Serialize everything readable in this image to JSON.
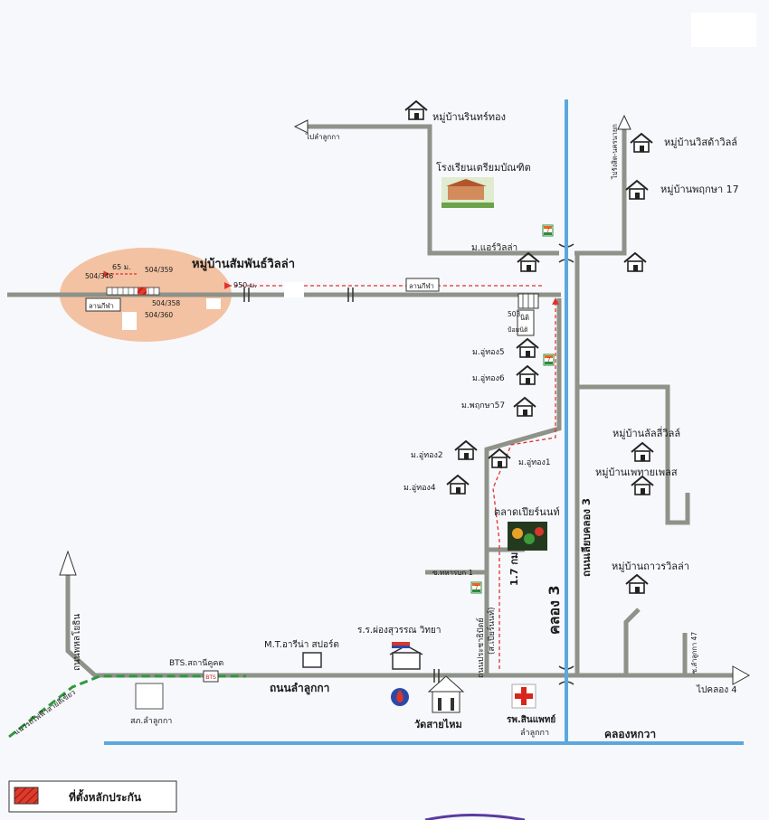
{
  "title": "หมู่บ้านสัมพันธ์วิลล่า",
  "distance_main": "950 ม.",
  "distance_plot": "65 ม.",
  "distance_inner": "1.7 กม",
  "roads": {
    "lamlukka": "ถนนลำลูกกา",
    "liab_khlong3": "ถนนเลียบคลอง 3",
    "prachathipat": "ถนนประชาธิปัตย์",
    "prachathipat_sub": "(ส.เปียร์นนท์)",
    "phaholyothin": "ถนนพหลโยธิน",
    "to_lamlukka": "ไปลำลูกกา",
    "to_rangsit": "ไปรังสิต-นครนายก",
    "to_khlong4": "ไปคลอง 4",
    "soi_thaharnbok": "ซ.ทหารบก 1",
    "soi_lamlukka47": "ซ.ลำลูกกา 47",
    "bts_line": "แนวรถไฟฟ้าสายสีเขียว"
  },
  "canals": {
    "khlong3": "คลอง 3",
    "khlong_hok_wa": "คลองหกวา"
  },
  "places": {
    "rinthong": "หมู่บ้านรินทร์ทอง",
    "triam": "โรงเรียนเตรียมบัณฑิต",
    "visada": "หมู่บ้านวิสด้าวิลล์",
    "pruksa17": "หมู่บ้านพฤกษา 17",
    "air_villa": "ม.แอร์วิลล่า",
    "uthong5": "ม.อู่ทอง5",
    "uthong6": "ม.อู่ทอง6",
    "pruksa57": "ม.พฤกษา57",
    "uthong2": "ม.อู่ทอง2",
    "uthong1": "ม.อู่ทอง1",
    "uthong4": "ม.อู่ทอง4",
    "lanli": "หมู่บ้านลัลลี่วิลล์",
    "phetthai": "หมู่บ้านเพทายเพลส",
    "thavorn": "หมู่บ้านถาวรวิลล่า",
    "market": "ตลาดเปียร์นนท์",
    "mt_arena": "M.T.อารีน่า สปอร์ต",
    "school": "ร.ร.ผ่องสุวรรณ วิทยา",
    "bts_station": "BTS.สถานีคูคต",
    "police": "สภ.ลำลูกกา",
    "temple": "วัดสายไหม",
    "hospital": "รพ.สินแพทย์",
    "hospital_sub": "ลำลูกกา",
    "lan_keela": "ลานกีฬา",
    "lan_keela2": "ลานกีฬา",
    "nit": "นิติ",
    "nit_sub": "ป้อมนิติ",
    "code_503": "503"
  },
  "plots": {
    "p346": "504/346",
    "p359": "504/359",
    "p358": "504/358",
    "p360": "504/360"
  },
  "legend": {
    "label": "ที่ตั้งหลักประกัน"
  },
  "colors": {
    "road": "#8e9289",
    "canal": "#5ba8de",
    "highlight": "#f2b892",
    "route": "#e0322c",
    "bts": "#2f9a3c",
    "title": "#d92a1f"
  }
}
